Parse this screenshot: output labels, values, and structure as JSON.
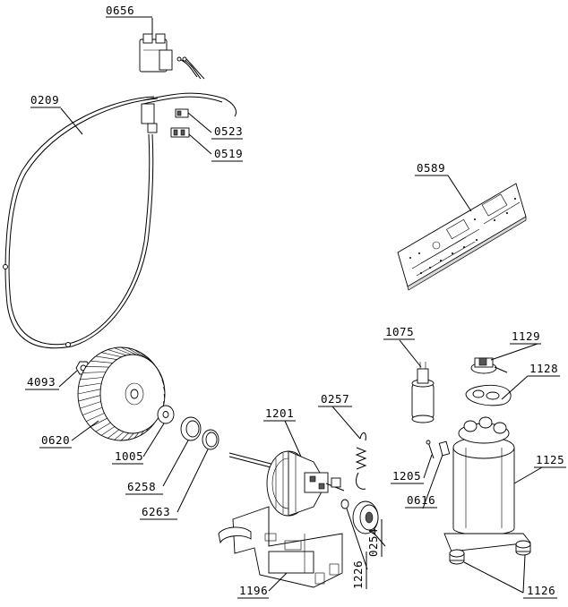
{
  "labels": {
    "p0656": "0656",
    "p0209": "0209",
    "p0523": "0523",
    "p0519": "0519",
    "p0589": "0589",
    "p1075": "1075",
    "p1129": "1129",
    "p1128": "1128",
    "p4093": "4093",
    "p0257": "0257",
    "p1201": "1201",
    "p0620": "0620",
    "p1005": "1005",
    "p1205": "1205",
    "p1125": "1125",
    "p6258": "6258",
    "p0616": "0616",
    "p6263": "6263",
    "p0254": "0254",
    "p1226": "1226",
    "p1196": "1196",
    "p1126": "1126"
  }
}
